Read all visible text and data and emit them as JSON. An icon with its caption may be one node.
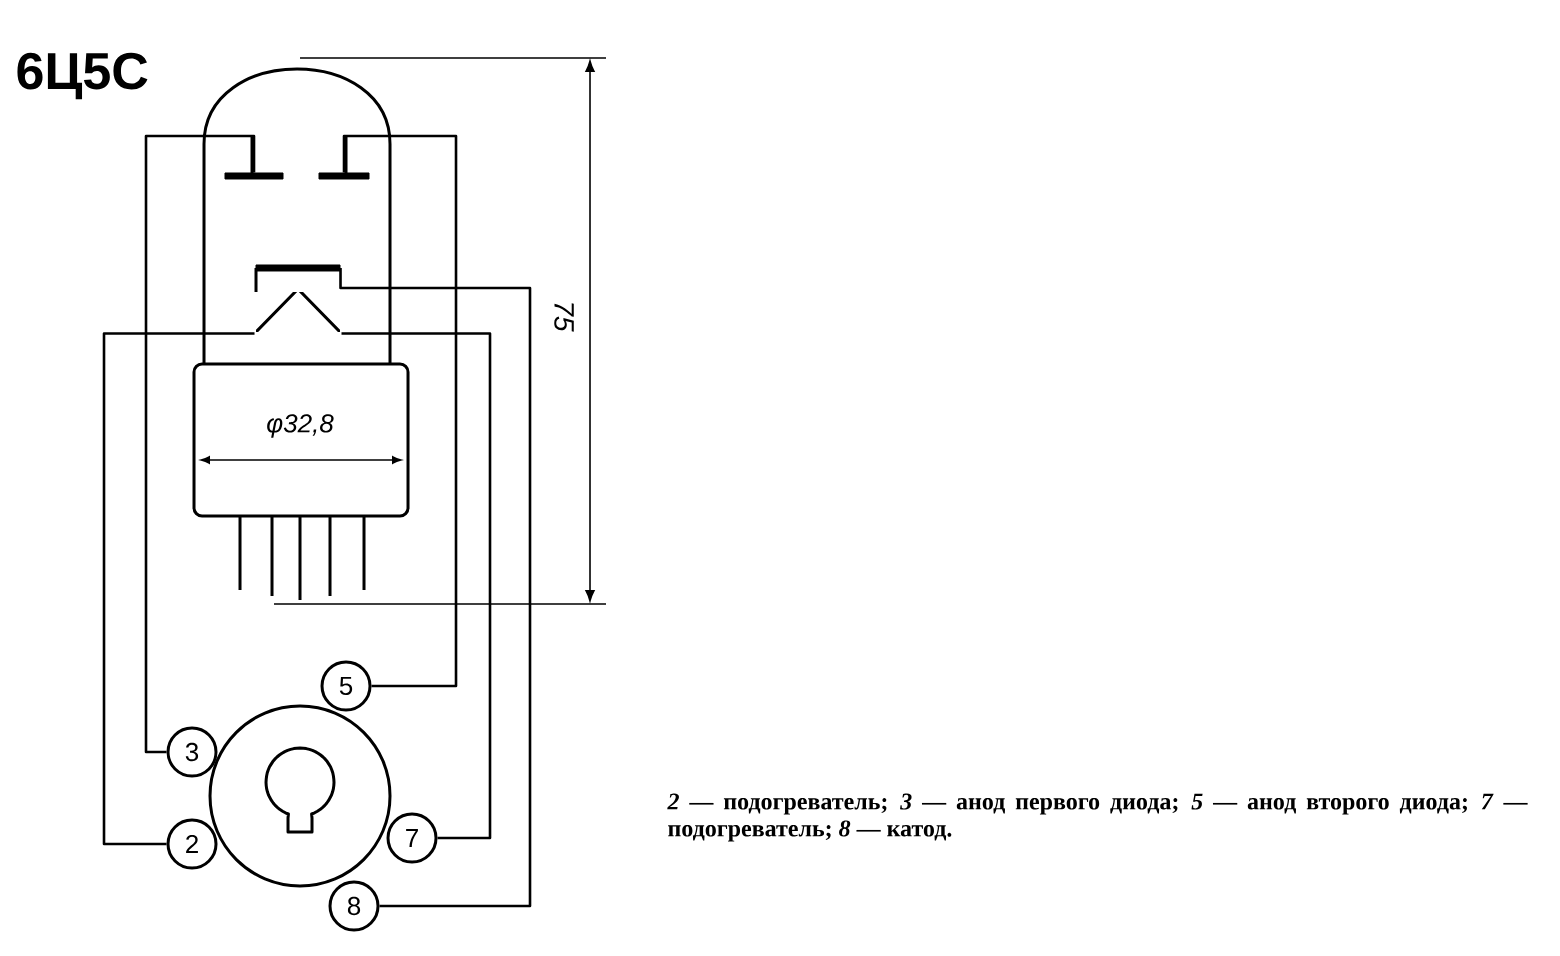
{
  "diagram": {
    "title": "6Ц5С",
    "nodes": [
      {
        "text": [],
        "shape": "bar"
      },
      {
        "text": [],
        "shape": "bar"
      },
      {
        "text": [],
        "shape": "bar"
      },
      {
        "text": [],
        "shape": "chevron"
      },
      {
        "text": [
          "5"
        ]
      },
      {
        "text": [
          "3"
        ]
      },
      {
        "text": [
          "2"
        ]
      },
      {
        "text": [
          "7"
        ]
      },
      {
        "text": [
          "8"
        ]
      }
    ],
    "edges": [
      {
        "from": 0,
        "to": 5,
        "arrow": "none"
      },
      {
        "from": 1,
        "to": 4,
        "arrow": "none"
      },
      {
        "from": 2,
        "to": 8,
        "arrow": "none"
      },
      {
        "from": 3,
        "to": 6,
        "arrow": "none"
      },
      {
        "from": 3,
        "to": 7,
        "arrow": "none"
      }
    ],
    "labels": [
      "75",
      "φ32,8"
    ],
    "caption": "*2* — подогреватель; *3* — анод первого диода; *5* — анод второго диода; *7* — подогреватель; *8* — катод."
  }
}
